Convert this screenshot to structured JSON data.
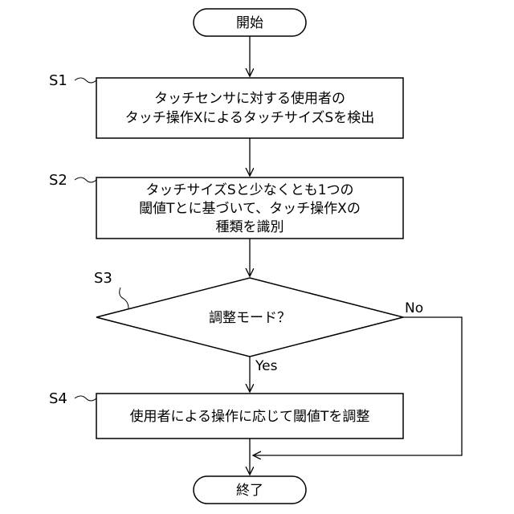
{
  "flowchart": {
    "start": {
      "label": "開始"
    },
    "end": {
      "label": "終了"
    },
    "steps": [
      {
        "id": "S1",
        "lines": [
          "タッチセンサに対する使用者の",
          "タッチ操作XによるタッチサイズSを検出"
        ]
      },
      {
        "id": "S2",
        "lines": [
          "タッチサイズSと少なくとも1つの",
          "閾値Tとに基づいて、タッチ操作Xの",
          "種類を識別"
        ]
      },
      {
        "id": "S3",
        "lines": [
          "調整モード？"
        ]
      },
      {
        "id": "S4",
        "lines": [
          "使用者による操作に応じて閾値Tを調整"
        ]
      }
    ],
    "branches": {
      "yes": "Yes",
      "no": "No"
    }
  }
}
